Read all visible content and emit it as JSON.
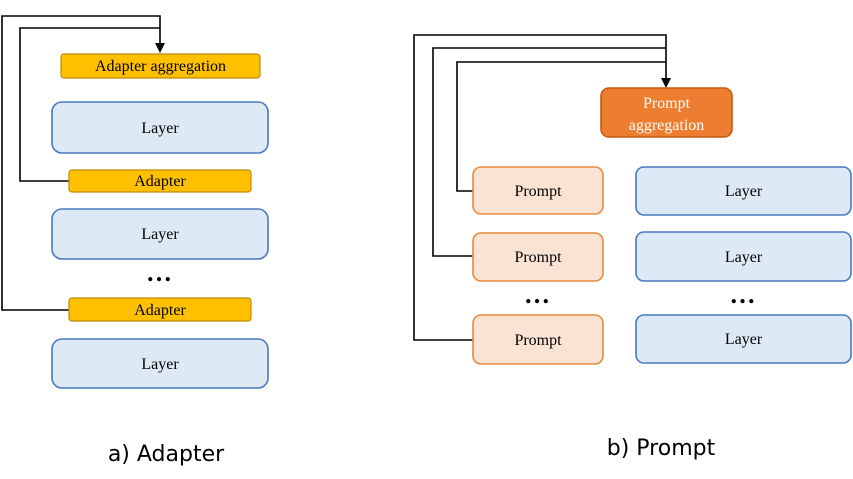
{
  "colors": {
    "layer_fill": "#dde9f5",
    "layer_stroke": "#4a78c0",
    "adapter_fill": "#ffc000",
    "adapter_stroke": "#c08a00",
    "prompt_fill": "#fbe3d3",
    "prompt_stroke": "#e58a3c",
    "prompt_agg_fill": "#ed7d31",
    "prompt_agg_stroke": "#c55a11",
    "line": "#000000"
  },
  "adapter_panel": {
    "aggregation_label": "Adapter aggregation",
    "layer_label": "Layer",
    "adapter_label": "Adapter",
    "ellipsis": "…",
    "caption": "a) Adapter"
  },
  "prompt_panel": {
    "aggregation_label_line1": "Prompt",
    "aggregation_label_line2": "aggregation",
    "prompt_label": "Prompt",
    "layer_label": "Layer",
    "ellipsis": "…",
    "caption": "b) Prompt"
  }
}
